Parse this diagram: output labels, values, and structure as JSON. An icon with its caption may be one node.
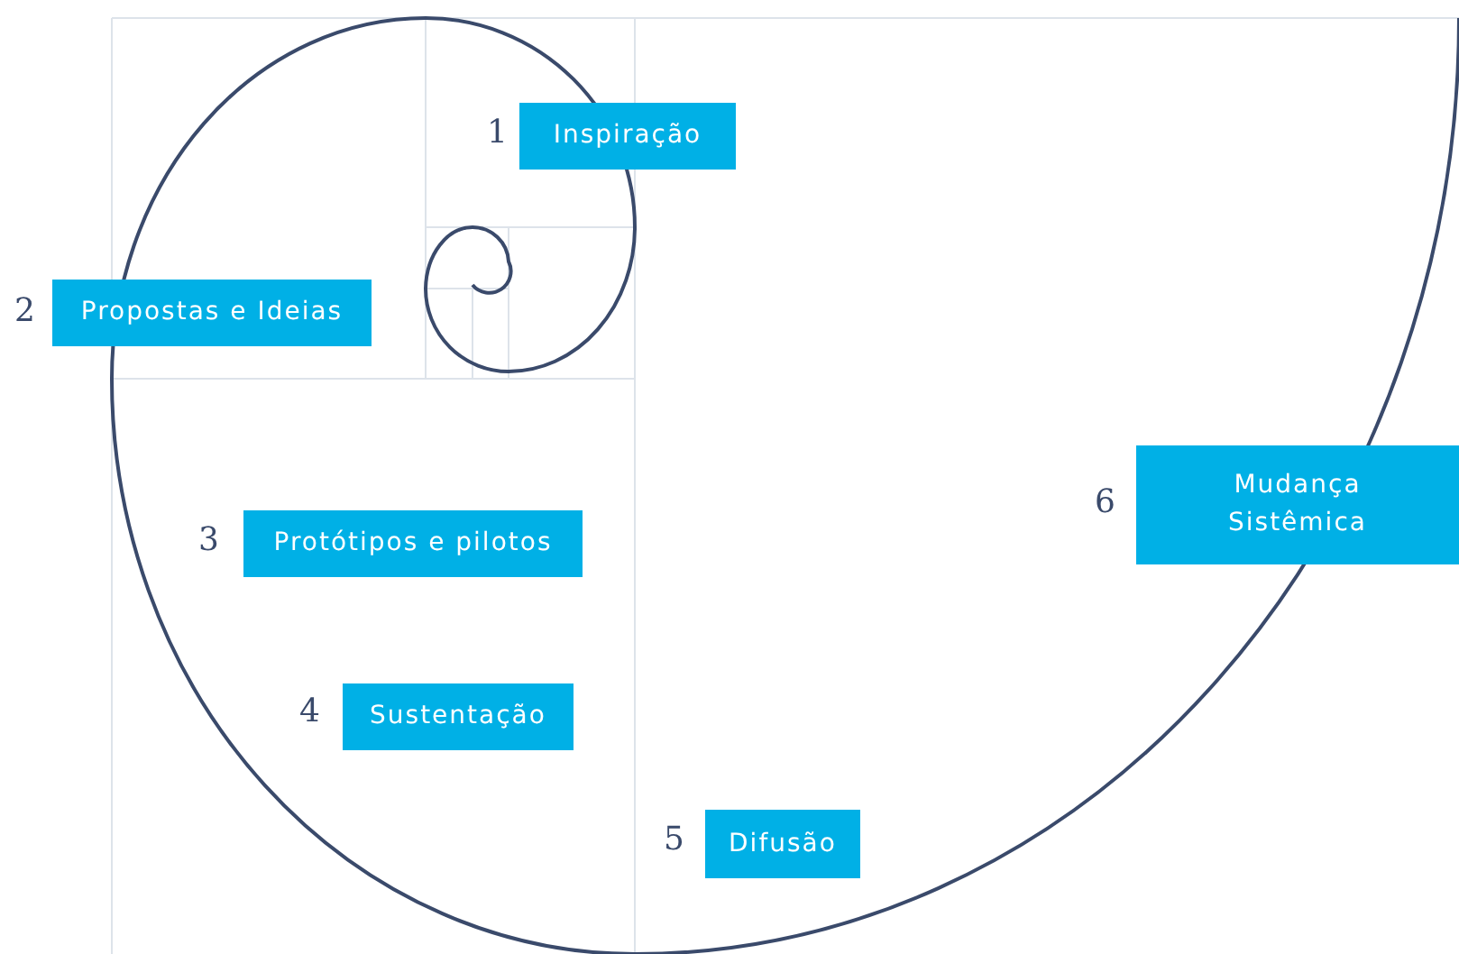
{
  "diagram": {
    "nodes": [
      {
        "text": [
          "Inspiração"
        ],
        "beside": [
          "1"
        ]
      },
      {
        "text": [
          "Propostas e Ideias"
        ],
        "beside": [
          "2"
        ]
      },
      {
        "text": [
          "Protótipos e pilotos"
        ],
        "beside": [
          "3"
        ]
      },
      {
        "text": [
          "Sustentação"
        ],
        "beside": [
          "4"
        ]
      },
      {
        "text": [
          "Difusão"
        ],
        "beside": [
          "5"
        ]
      },
      {
        "text": [
          "Mudança Sistêmica"
        ],
        "beside": [
          "6"
        ]
      }
    ],
    "edges": []
  }
}
